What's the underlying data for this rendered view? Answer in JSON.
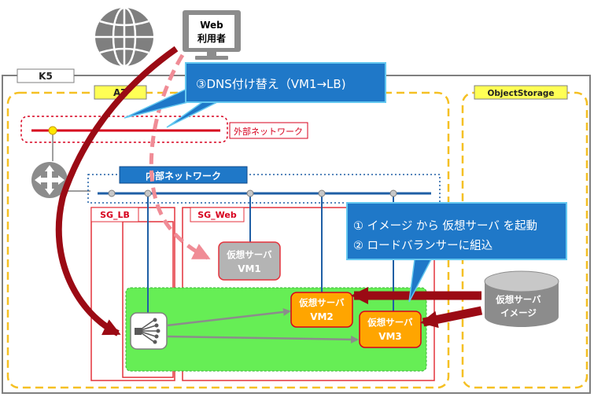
{
  "web_user": {
    "line1": "Web",
    "line2": "利用者"
  },
  "region": {
    "label": "K5"
  },
  "az": {
    "label": "AZ"
  },
  "object_storage": {
    "label": "ObjectStorage"
  },
  "external_network": {
    "label": "外部ネットワーク"
  },
  "internal_network": {
    "label": "内部ネットワーク"
  },
  "security_groups": {
    "lb": "SG_LB",
    "web": "SG_Web"
  },
  "callouts": {
    "dns": "③DNS付け替え（VM1→LB)",
    "steps_line1": "① イメージ から 仮想サーバ を起動",
    "steps_line2": "② ロードバランサーに組込"
  },
  "vms": {
    "vm1": {
      "line1": "仮想サーバ",
      "line2": "VM1"
    },
    "vm2": {
      "line1": "仮想サーバ",
      "line2": "VM2"
    },
    "vm3": {
      "line1": "仮想サーバ",
      "line2": "VM3"
    }
  },
  "server_image": {
    "line1": "仮想サーバ",
    "line2": "イメージ"
  },
  "colors": {
    "az_border": "#f5c023",
    "red_line": "#d7001e",
    "blue_line": "#1f5fa5",
    "callout_fill": "#1f78c8",
    "callout_border": "#64c8f0",
    "green_zone": "#66ee55",
    "vm_orange": "#ffa500",
    "vm_gray": "#b4b4b4",
    "arrow_dark_red": "#9b0a14",
    "arrow_pink": "#f08c96"
  }
}
